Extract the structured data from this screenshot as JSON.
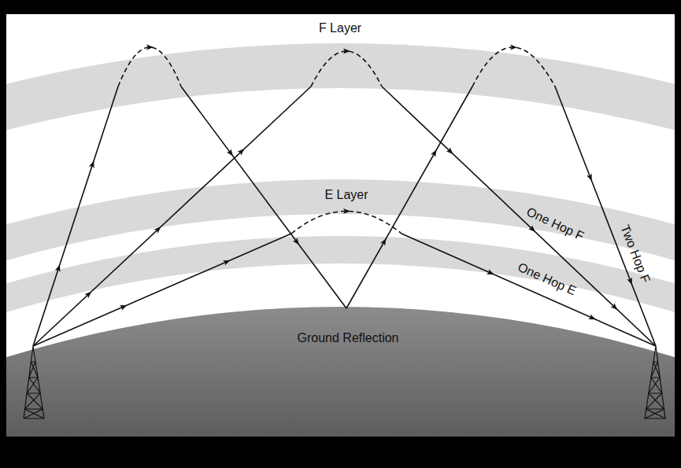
{
  "diagram": {
    "labels": [
      "F Layer",
      "E Layer",
      "Ground Reflection",
      "One Hop F",
      "Two Hop F",
      "One Hop E"
    ]
  }
}
